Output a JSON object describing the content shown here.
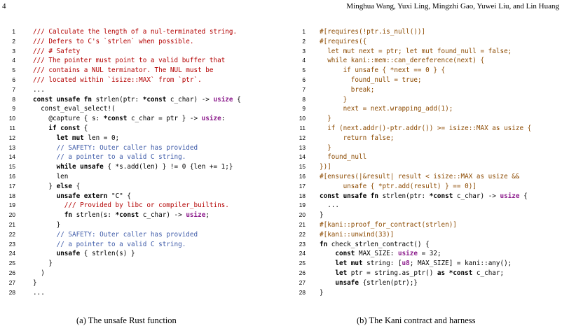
{
  "header": {
    "page_number": "4",
    "authors": "Minghua Wang, Yuxi Ling, Mingzhi Gao, Yuwei Liu, and Lin Huang"
  },
  "panel_a": {
    "caption": "(a) The unsafe Rust function",
    "lines": [
      {
        "n": "1",
        "segs": [
          [
            "cm",
            "/// Calculate the length of a nul-terminated string."
          ]
        ]
      },
      {
        "n": "2",
        "segs": [
          [
            "cm",
            "/// Defers to C's `strlen` when possible."
          ]
        ]
      },
      {
        "n": "3",
        "segs": [
          [
            "cm",
            "/// # Safety"
          ]
        ]
      },
      {
        "n": "4",
        "segs": [
          [
            "cm",
            "/// The pointer must point to a valid buffer that"
          ]
        ]
      },
      {
        "n": "5",
        "segs": [
          [
            "cm",
            "/// contains a NUL terminator. The NUL must be"
          ]
        ]
      },
      {
        "n": "6",
        "segs": [
          [
            "cm",
            "/// located within `isize::MAX` from `ptr`."
          ]
        ]
      },
      {
        "n": "7",
        "segs": [
          [
            "pl",
            "..."
          ]
        ]
      },
      {
        "n": "8",
        "segs": [
          [
            "kw",
            "const unsafe fn "
          ],
          [
            "pl",
            "strlen(ptr: "
          ],
          [
            "kw",
            "*const "
          ],
          [
            "pl",
            "c_char) -> "
          ],
          [
            "ty",
            "usize"
          ],
          [
            "pl",
            " {"
          ]
        ]
      },
      {
        "n": "9",
        "segs": [
          [
            "pl",
            "  const_eval_select!("
          ]
        ]
      },
      {
        "n": "10",
        "segs": [
          [
            "pl",
            "    @capture { s: "
          ],
          [
            "kw",
            "*const "
          ],
          [
            "pl",
            "c_char = ptr } -> "
          ],
          [
            "ty",
            "usize"
          ],
          [
            "pl",
            ":"
          ]
        ]
      },
      {
        "n": "11",
        "segs": [
          [
            "pl",
            "    "
          ],
          [
            "kw",
            "if const"
          ],
          [
            "pl",
            " {"
          ]
        ]
      },
      {
        "n": "12",
        "segs": [
          [
            "pl",
            "      "
          ],
          [
            "kw",
            "let mut "
          ],
          [
            "pl",
            "len = 0;"
          ]
        ]
      },
      {
        "n": "13",
        "segs": [
          [
            "pl",
            "      "
          ],
          [
            "cm-b",
            "// SAFETY: Outer caller has provided"
          ]
        ]
      },
      {
        "n": "14",
        "segs": [
          [
            "pl",
            "      "
          ],
          [
            "cm-b",
            "// a pointer to a valid C string."
          ]
        ]
      },
      {
        "n": "15",
        "segs": [
          [
            "pl",
            "      "
          ],
          [
            "kw",
            "while unsafe "
          ],
          [
            "pl",
            "{ *s.add(len) } != 0 {len += 1;}"
          ]
        ]
      },
      {
        "n": "16",
        "segs": [
          [
            "pl",
            "      len"
          ]
        ]
      },
      {
        "n": "17",
        "segs": [
          [
            "pl",
            "    } "
          ],
          [
            "kw",
            "else"
          ],
          [
            "pl",
            " {"
          ]
        ]
      },
      {
        "n": "18",
        "segs": [
          [
            "pl",
            "      "
          ],
          [
            "kw",
            "unsafe extern "
          ],
          [
            "pl",
            "\"C\" {"
          ]
        ]
      },
      {
        "n": "19",
        "segs": [
          [
            "pl",
            "        "
          ],
          [
            "cm",
            "/// Provided by libc or compiler_builtins."
          ]
        ]
      },
      {
        "n": "20",
        "segs": [
          [
            "pl",
            "        "
          ],
          [
            "kw",
            "fn "
          ],
          [
            "pl",
            "strlen(s: "
          ],
          [
            "kw",
            "*const "
          ],
          [
            "pl",
            "c_char) -> "
          ],
          [
            "ty",
            "usize"
          ],
          [
            "pl",
            ";"
          ]
        ]
      },
      {
        "n": "21",
        "segs": [
          [
            "pl",
            "      }"
          ]
        ]
      },
      {
        "n": "22",
        "segs": [
          [
            "pl",
            "      "
          ],
          [
            "cm-b",
            "// SAFETY: Outer caller has provided"
          ]
        ]
      },
      {
        "n": "23",
        "segs": [
          [
            "pl",
            "      "
          ],
          [
            "cm-b",
            "// a pointer to a valid C string."
          ]
        ]
      },
      {
        "n": "24",
        "segs": [
          [
            "pl",
            "      "
          ],
          [
            "kw",
            "unsafe "
          ],
          [
            "pl",
            "{ strlen(s) }"
          ]
        ]
      },
      {
        "n": "25",
        "segs": [
          [
            "pl",
            "    }"
          ]
        ]
      },
      {
        "n": "26",
        "segs": [
          [
            "pl",
            "  )"
          ]
        ]
      },
      {
        "n": "27",
        "segs": [
          [
            "pl",
            "}"
          ]
        ]
      },
      {
        "n": "28",
        "segs": [
          [
            "pl",
            "..."
          ]
        ]
      }
    ]
  },
  "panel_b": {
    "caption": "(b) The Kani contract and harness",
    "lines": [
      {
        "n": "1",
        "segs": [
          [
            "at",
            "#[requires(!ptr.is_null())]"
          ]
        ]
      },
      {
        "n": "2",
        "segs": [
          [
            "at",
            "#[requires({"
          ]
        ]
      },
      {
        "n": "3",
        "segs": [
          [
            "at",
            "  let mut next = ptr; let mut found_null = false;"
          ]
        ]
      },
      {
        "n": "4",
        "segs": [
          [
            "at",
            "  while kani::mem::can_dereference(next) {"
          ]
        ]
      },
      {
        "n": "5",
        "segs": [
          [
            "at",
            "      if unsafe { *next == 0 } {"
          ]
        ]
      },
      {
        "n": "6",
        "segs": [
          [
            "at",
            "        found_null = true;"
          ]
        ]
      },
      {
        "n": "7",
        "segs": [
          [
            "at",
            "        break;"
          ]
        ]
      },
      {
        "n": "8",
        "segs": [
          [
            "at",
            "      }"
          ]
        ]
      },
      {
        "n": "9",
        "segs": [
          [
            "at",
            "      next = next.wrapping_add(1);"
          ]
        ]
      },
      {
        "n": "10",
        "segs": [
          [
            "at",
            "  }"
          ]
        ]
      },
      {
        "n": "11",
        "segs": [
          [
            "at",
            "  if (next.addr()-ptr.addr()) >= isize::MAX as usize {"
          ]
        ]
      },
      {
        "n": "12",
        "segs": [
          [
            "at",
            "      return false;"
          ]
        ]
      },
      {
        "n": "13",
        "segs": [
          [
            "at",
            "  }"
          ]
        ]
      },
      {
        "n": "14",
        "segs": [
          [
            "at",
            "  found_null"
          ]
        ]
      },
      {
        "n": "15",
        "segs": [
          [
            "at",
            "})]"
          ]
        ]
      },
      {
        "n": "16",
        "segs": [
          [
            "at",
            "#[ensures(|&result| result < isize::MAX as usize &&"
          ]
        ]
      },
      {
        "n": "17",
        "segs": [
          [
            "at",
            "      unsafe { *ptr.add(result) } == 0)]"
          ]
        ]
      },
      {
        "n": "18",
        "segs": [
          [
            "kw",
            "const unsafe fn "
          ],
          [
            "pl",
            "strlen(ptr: "
          ],
          [
            "kw",
            "*const "
          ],
          [
            "pl",
            "c_char) -> "
          ],
          [
            "ty",
            "usize"
          ],
          [
            "pl",
            " {"
          ]
        ]
      },
      {
        "n": "19",
        "segs": [
          [
            "pl",
            "  ..."
          ]
        ]
      },
      {
        "n": "20",
        "segs": [
          [
            "pl",
            "}"
          ]
        ]
      },
      {
        "n": "21",
        "segs": [
          [
            "at",
            "#[kani::proof_for_contract(strlen)]"
          ]
        ]
      },
      {
        "n": "22",
        "segs": [
          [
            "at",
            "#[kani::unwind(33)]"
          ]
        ]
      },
      {
        "n": "23",
        "segs": [
          [
            "kw",
            "fn "
          ],
          [
            "pl",
            "check_strlen_contract() {"
          ]
        ]
      },
      {
        "n": "24",
        "segs": [
          [
            "pl",
            "    "
          ],
          [
            "kw",
            "const "
          ],
          [
            "pl",
            "MAX_SIZE: "
          ],
          [
            "ty",
            "usize"
          ],
          [
            "pl",
            " = 32;"
          ]
        ]
      },
      {
        "n": "25",
        "segs": [
          [
            "pl",
            "    "
          ],
          [
            "kw",
            "let mut "
          ],
          [
            "pl",
            "string: ["
          ],
          [
            "ty",
            "u8"
          ],
          [
            "pl",
            "; MAX_SIZE] = kani::any();"
          ]
        ]
      },
      {
        "n": "26",
        "segs": [
          [
            "pl",
            "    "
          ],
          [
            "kw",
            "let "
          ],
          [
            "pl",
            "ptr = string.as_ptr() "
          ],
          [
            "kw",
            "as "
          ],
          [
            "kw",
            "*const "
          ],
          [
            "pl",
            "c_char;"
          ]
        ]
      },
      {
        "n": "27",
        "segs": [
          [
            "pl",
            "    "
          ],
          [
            "kw",
            "unsafe "
          ],
          [
            "pl",
            "{strlen(ptr);}"
          ]
        ]
      },
      {
        "n": "28",
        "segs": [
          [
            "pl",
            "}"
          ]
        ]
      }
    ]
  }
}
